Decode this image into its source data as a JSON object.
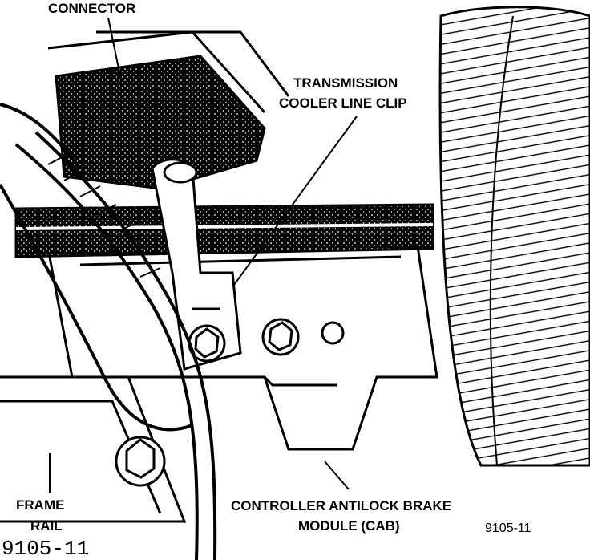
{
  "labels": {
    "connector": "CONNECTOR",
    "clip_line1": "TRANSMISSION",
    "clip_line2": "COOLER LINE CLIP",
    "frame_line1": "FRAME",
    "frame_line2": "RAIL",
    "cab_line1": "CONTROLLER ANTILOCK BRAKE",
    "cab_line2": "MODULE (CAB)",
    "figure_code": "9105-11",
    "stamp_code": "9105-11"
  },
  "colors": {
    "ink": "#000000",
    "paper": "#ffffff"
  }
}
